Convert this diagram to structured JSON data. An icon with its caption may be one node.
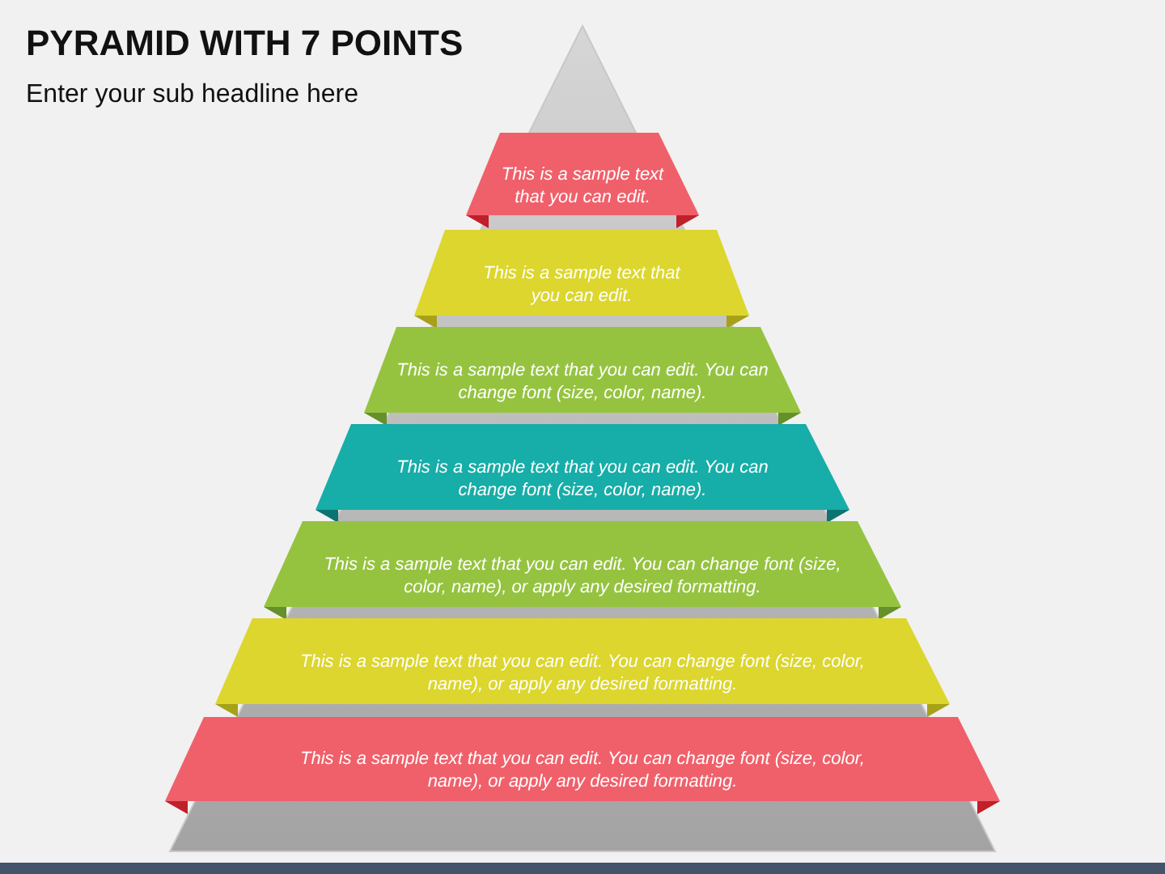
{
  "diagram": {
    "title": "PYRAMID WITH 7 POINTS",
    "nodes": [
      {
        "text": [
          "This is a sample text that you can edit."
        ]
      },
      {
        "text": [
          "This is a sample text that you can edit."
        ]
      },
      {
        "text": [
          "This is a sample text that you can edit. You can change font (size, color, name)."
        ]
      },
      {
        "text": [
          "This is a sample text that you can edit. You can change font (size, color, name)."
        ]
      },
      {
        "text": [
          "This is a sample text that you can edit. You can change font (size, color, name), or apply any desired formatting."
        ]
      },
      {
        "text": [
          "This is a sample text that you can edit. You can change font (size, color, name), or apply any desired formatting."
        ]
      },
      {
        "text": [
          "This is a sample text that you can edit. You can change font (size, color, name), or apply any desired formatting."
        ]
      }
    ],
    "labels": [
      "Enter your sub headline here"
    ]
  }
}
